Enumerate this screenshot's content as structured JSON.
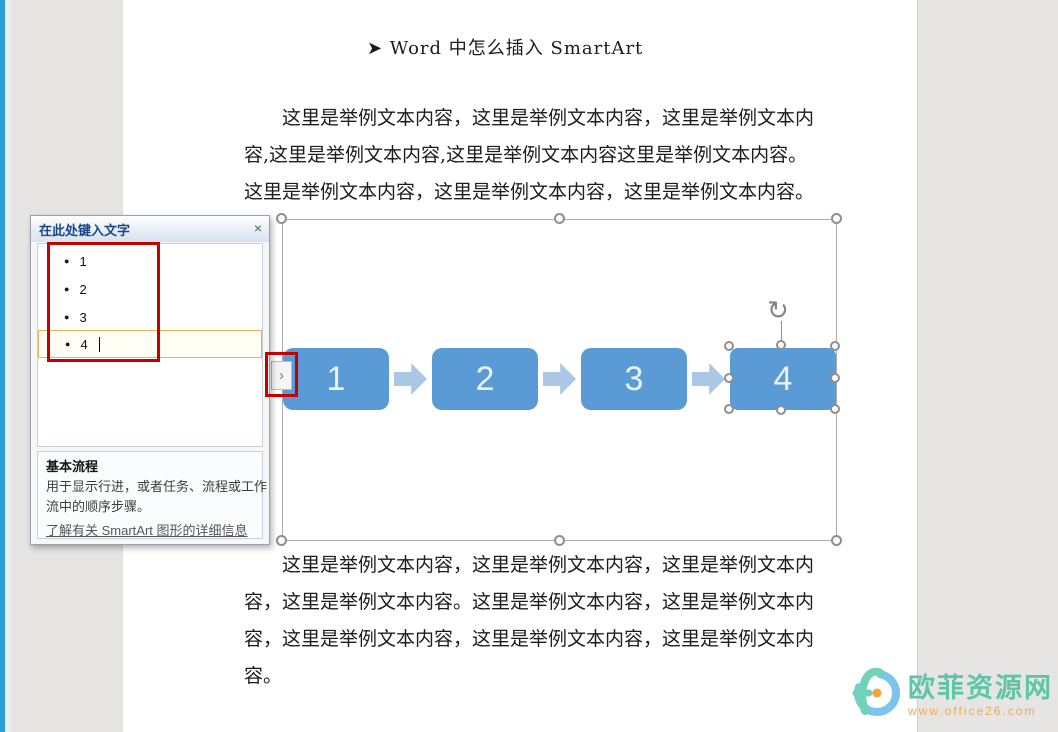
{
  "document": {
    "heading": "➤ Word 中怎么插入 SmartArt",
    "paragraph1": [
      "这里是举例文本内容，这里是举例文本内容，这里是举例文本内",
      "容,这里是举例文本内容,这里是举例文本内容这里是举例文本内容。",
      "这里是举例文本内容，这里是举例文本内容，这里是举例文本内容。"
    ],
    "paragraph2": [
      "这里是举例文本内容，这里是举例文本内容，这里是举例文本内",
      "容，这里是举例文本内容。这里是举例文本内容，这里是举例文本内",
      "容，这里是举例文本内容，这里是举例文本内容，这里是举例文本内",
      "容。"
    ]
  },
  "text_pane": {
    "title": "在此处键入文字",
    "close": "×",
    "bullet": "●",
    "items": [
      "1",
      "2",
      "3",
      "4"
    ],
    "footer": {
      "title": "基本流程",
      "description_line1": "用于显示行进，或者任务、流程或工作",
      "description_line2": "流中的顺序步骤。",
      "link": "了解有关 SmartArt 图形的详细信息"
    }
  },
  "smartart": {
    "nodes": [
      "1",
      "2",
      "3",
      "4"
    ],
    "expand_chevron": "›",
    "rotate_glyph": "↻"
  },
  "watermark": {
    "site_name": "欧菲资源网",
    "site_url": "www.office26.com"
  },
  "colors": {
    "node_fill": "#5b9bd5",
    "arrow_fill": "#aac7e6",
    "annotation_red": "#c40000",
    "pane_title_blue": "#17468b",
    "left_strip_blue": "#2a9fd0",
    "logo_green": "#5ec6a6",
    "logo_orange": "#f4a94f"
  }
}
